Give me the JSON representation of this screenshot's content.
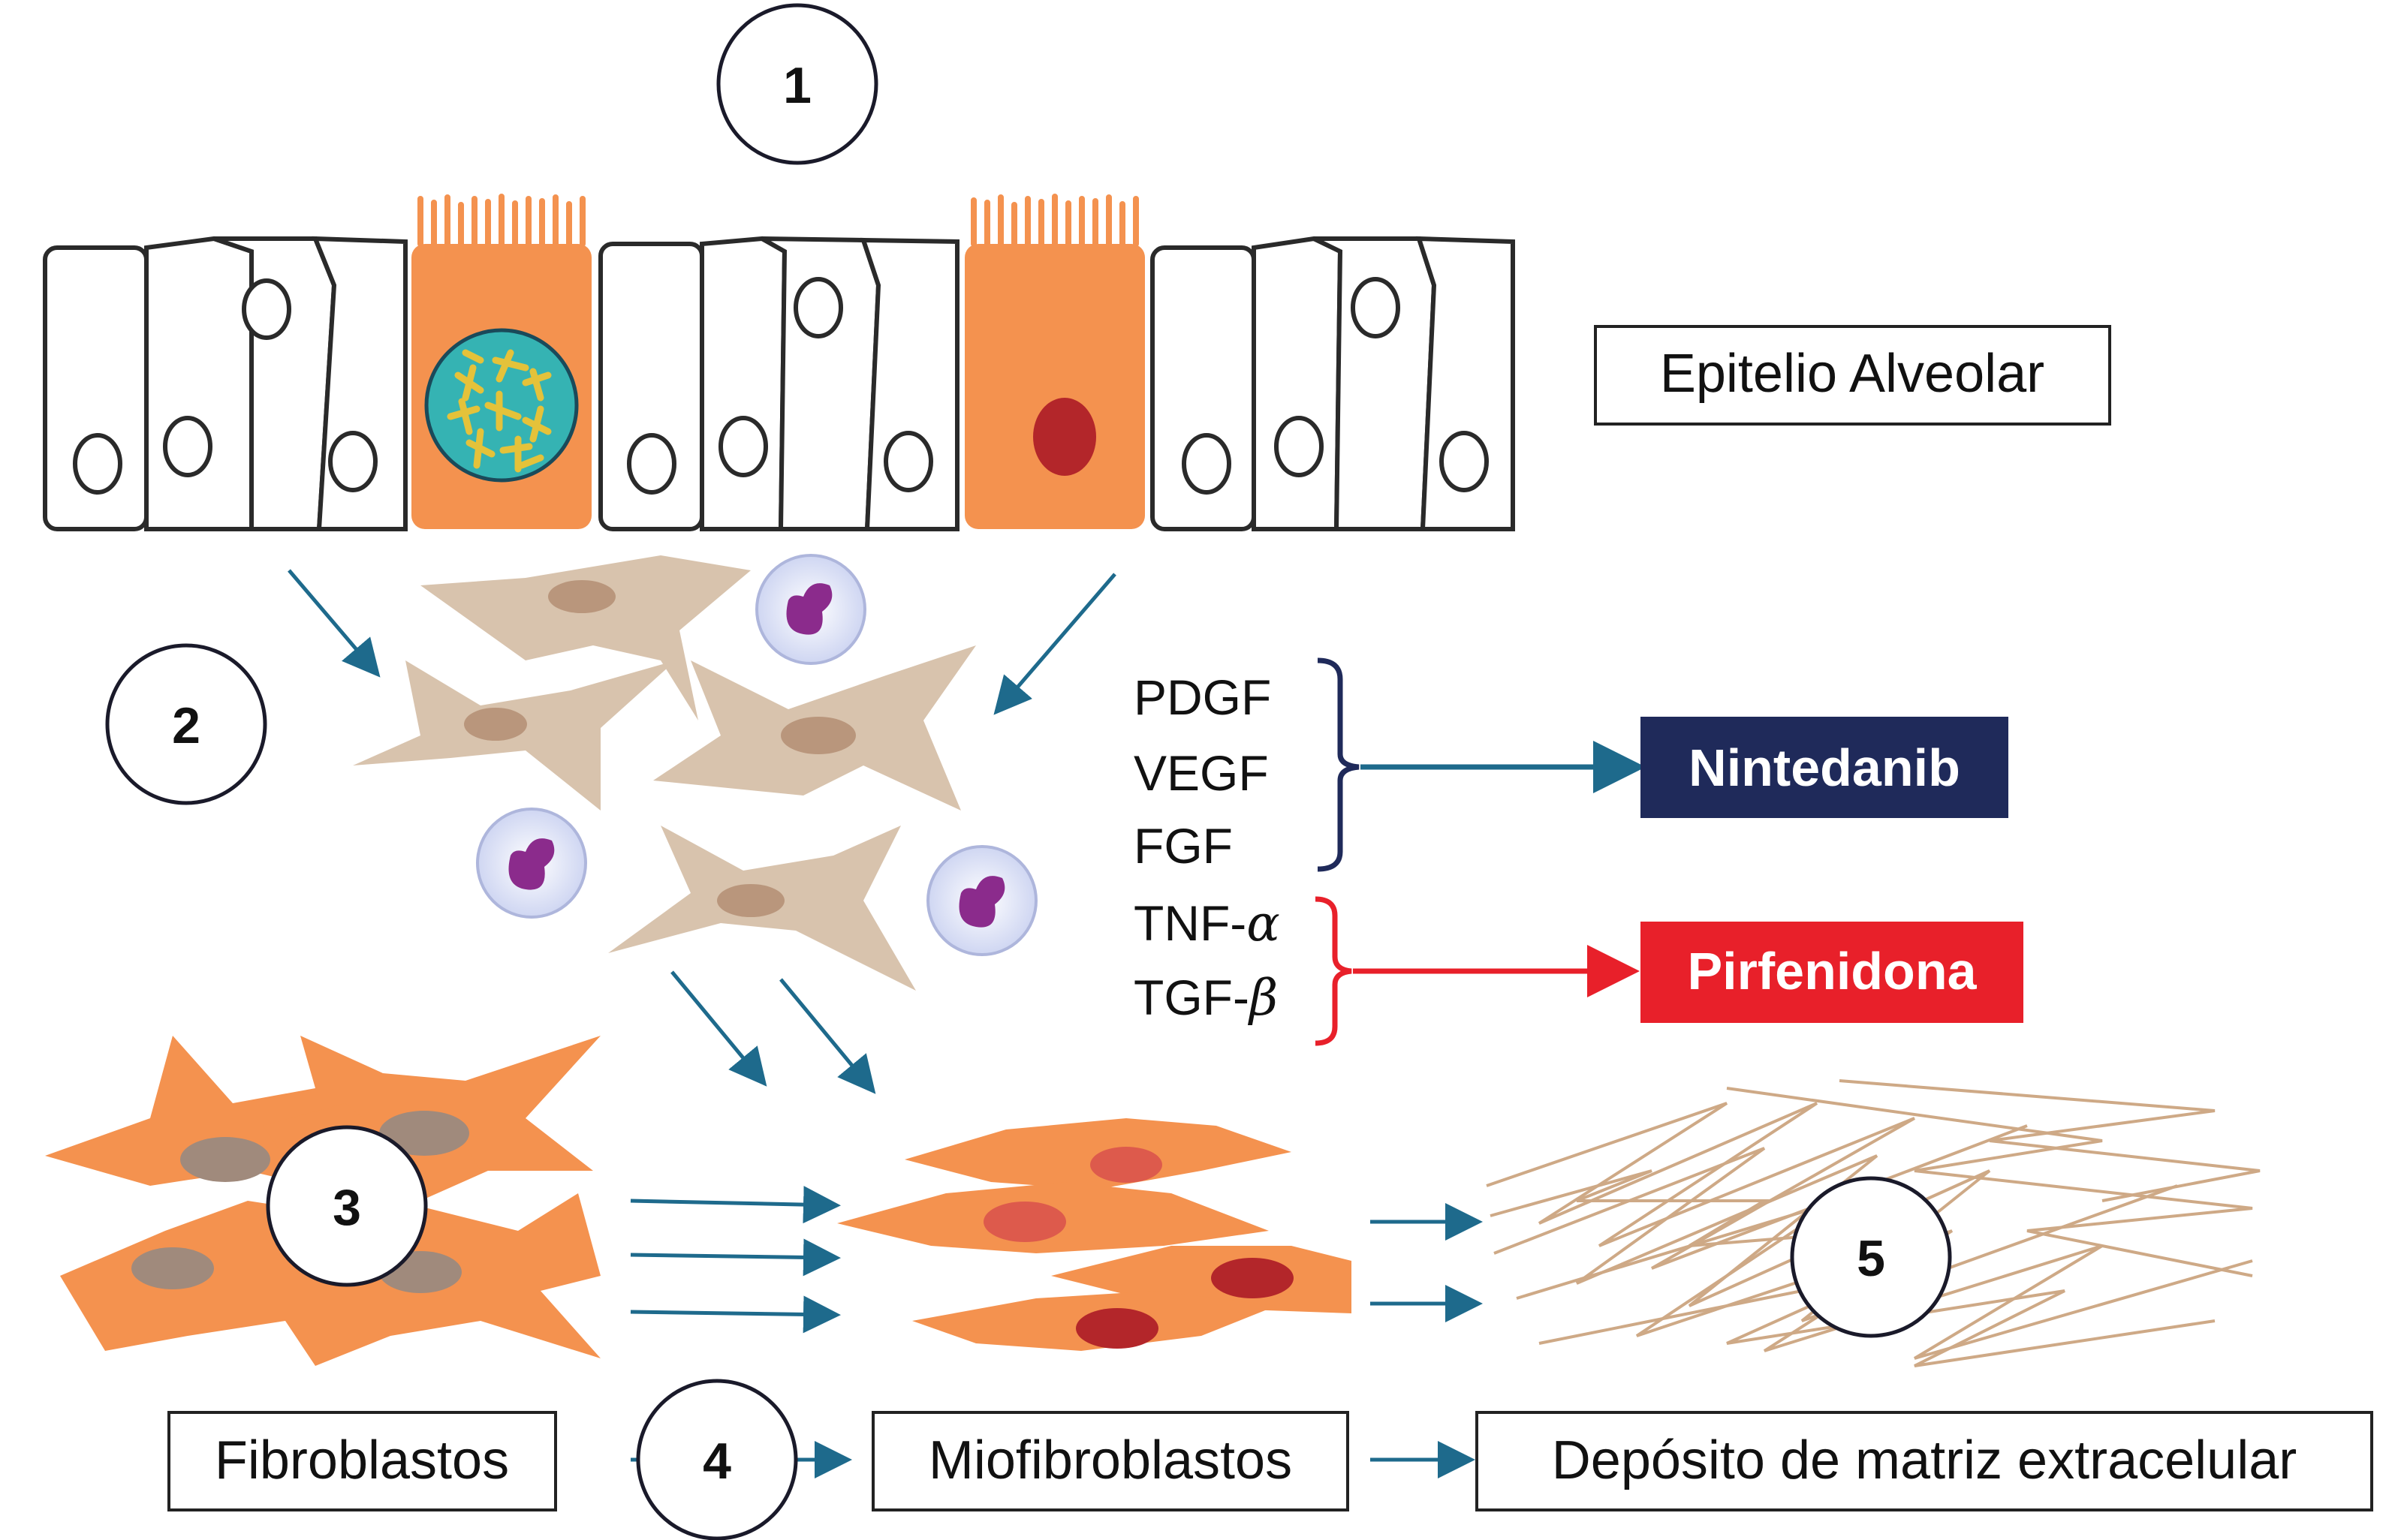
{
  "step_numbers": [
    "1",
    "2",
    "3",
    "4",
    "5"
  ],
  "labels": {
    "epitelio": "Epitelio  Alveolar",
    "fibroblastos": "Fibroblastos",
    "miofibroblastos": "Miofibroblastos",
    "deposito": "Depósito  de matriz extracelular"
  },
  "mediators": {
    "pdgf": "PDGF",
    "vegf": "VEGF",
    "fgf": "FGF",
    "tnf_prefix": "TNF-",
    "tnf_symbol": "α",
    "tgf_prefix": "TGF-",
    "tgf_symbol": "β"
  },
  "drugs": {
    "nintedanib": "Nintedanib",
    "pirfenidona": "Pirfenidona"
  },
  "colors": {
    "nintedanib_box": "#1f2a5a",
    "pirfenidona_box": "#e8202a",
    "orange_cell": "#f4924f",
    "fibroblast_beige": "#d8c3ad",
    "arrow_teal": "#1e6a8c",
    "nucleus_red": "#b3262a"
  }
}
